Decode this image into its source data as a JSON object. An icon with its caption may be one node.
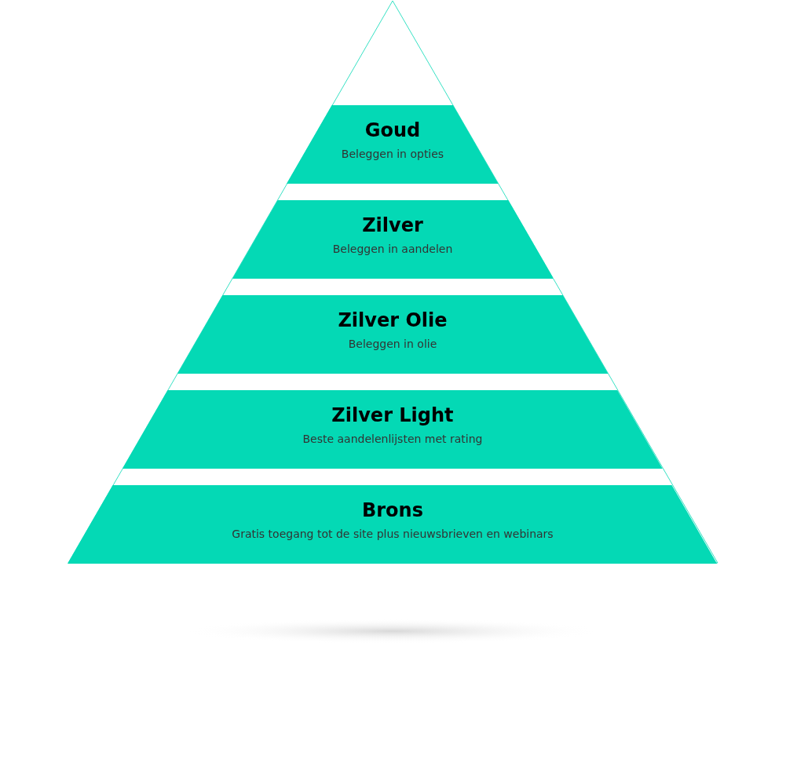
{
  "diagram": {
    "nodes": [
      {
        "text": [
          "Goud",
          "Beleggen in opties"
        ]
      },
      {
        "text": [
          "Zilver",
          "Beleggen in aandelen"
        ]
      },
      {
        "text": [
          "Zilver Olie",
          "Beleggen in olie"
        ]
      },
      {
        "text": [
          "Zilver Light",
          "Beste aandelenlijsten met rating"
        ]
      },
      {
        "text": [
          "Brons",
          "Gratis toegang tot de site plus nieuwsbrieven en webinars"
        ]
      }
    ]
  }
}
